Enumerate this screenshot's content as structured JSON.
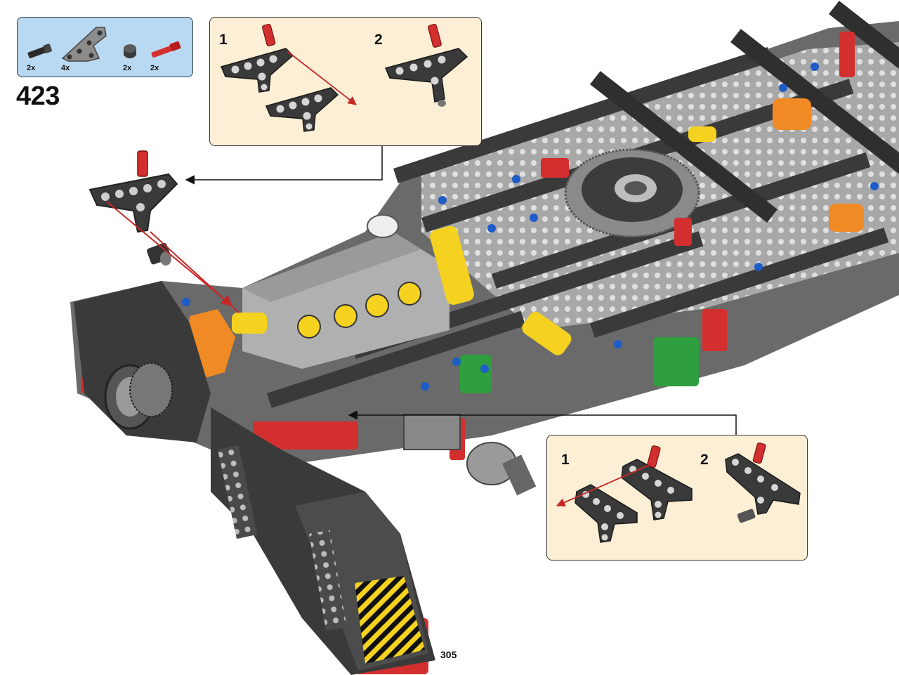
{
  "step": {
    "number": "423"
  },
  "parts_list": [
    {
      "qty": "2x",
      "part": "black-axle-pin-icon"
    },
    {
      "qty": "4x",
      "part": "grey-triangular-beam-icon"
    },
    {
      "qty": "2x",
      "part": "dark-grey-bush-icon"
    },
    {
      "qty": "2x",
      "part": "red-axle-pin-icon"
    }
  ],
  "callout_top": {
    "substeps": [
      "1",
      "2"
    ]
  },
  "callout_bottom": {
    "substeps": [
      "1",
      "2"
    ]
  },
  "page": {
    "number": "305"
  },
  "colors": {
    "parts_box_bg": "#b9d9f2",
    "callout_bg": "#fcefd5",
    "assembly_arrow": "#c62828",
    "beam_dark": "#3a3a3a",
    "beam_grey": "#9e9e9e",
    "accent_red": "#d32f2f",
    "accent_yellow": "#f4d21f",
    "accent_orange": "#f08a24",
    "accent_blue": "#1e5cc8",
    "accent_green": "#2e9e3e"
  }
}
